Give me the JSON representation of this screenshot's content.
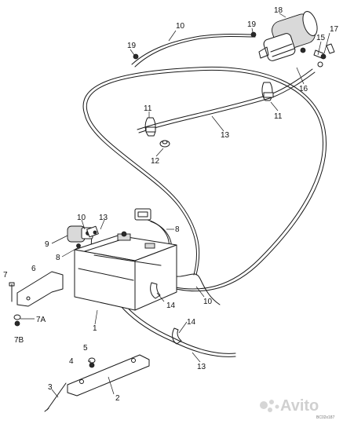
{
  "callouts": {
    "c1": "1",
    "c2": "2",
    "c3": "3",
    "c4": "4",
    "c5": "5",
    "c6": "6",
    "c7": "7",
    "c7a": "7A",
    "c7b": "7B",
    "c8a": "8",
    "c8b": "8",
    "c9": "9",
    "c10a": "10",
    "c10b": "10",
    "c10c": "10",
    "c11a": "11",
    "c11b": "11",
    "c12": "12",
    "c13a": "13",
    "c13b": "13",
    "c13c": "13",
    "c14a": "14",
    "c14b": "14",
    "c15": "15",
    "c16": "16",
    "c17": "17",
    "c18": "18",
    "c19a": "19",
    "c19b": "19"
  },
  "watermark": {
    "brand": "Avito"
  },
  "drawing_code": "BC02x187"
}
